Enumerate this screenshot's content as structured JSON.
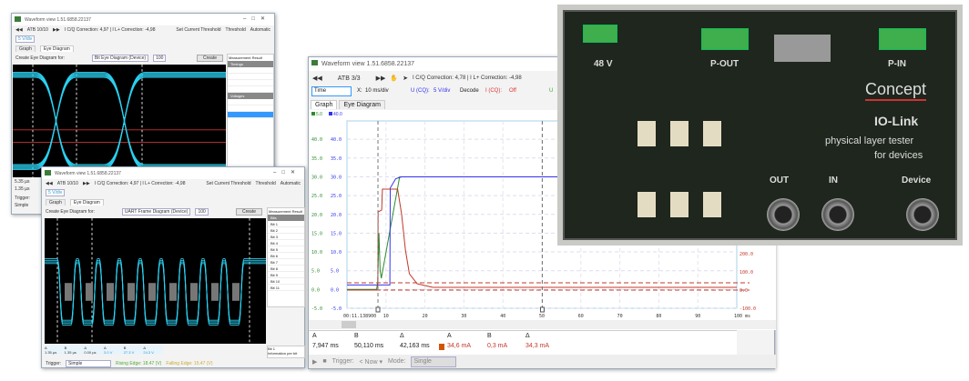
{
  "eye_window": {
    "title": "Waveform view 1.51.6858.22137",
    "atb": "ATB 10/10",
    "correction": "I C/Q Correction: 4,97 | I L+ Correction: -4,98",
    "scale": "5 V/div",
    "threshold_btn": "Set Current Threshold",
    "threshold": "Threshold",
    "automatic": "Automatic",
    "tabs": [
      "Graph",
      "Eye Diagram"
    ],
    "create_for": "Create Eye Diagram for:",
    "diagram_select": "Bit Eye Diagram (Device)",
    "count": "100",
    "create": "Create",
    "panel_title": "Measurement Result",
    "sections": [
      "Timings",
      "Voltages"
    ],
    "cursor_a": "5.35 µs",
    "cursor_b": "1.35 µs",
    "trigger": "Trigger:",
    "trigger_mode": "Simple"
  },
  "uart_window": {
    "title": "Waveform view 1.51.6858.22137",
    "atb": "ATB 10/10",
    "correction": "I C/Q Correction: 4,97 | I L+ Correction: -4,98",
    "scale": "5 V/div",
    "threshold_btn": "Set Current Threshold",
    "threshold": "Threshold",
    "automatic": "Automatic",
    "tabs": [
      "Graph",
      "Eye Diagram"
    ],
    "create_for": "Create Eye Diagram for:",
    "diagram_select": "UART Frame Diagram (Device)",
    "count": "100",
    "create": "Create",
    "panel_title": "Measurement Result",
    "panel_section": "Bits",
    "bits": [
      "Bit 1",
      "Bit 2",
      "Bit 3",
      "Bit 4",
      "Bit 5",
      "Bit 6",
      "Bit 7",
      "Bit 8",
      "Bit 9",
      "Bit 10",
      "Bit 11"
    ],
    "info_title": "Bit 1",
    "info_text": "Information per bit",
    "meas_headers": [
      "A",
      "B",
      "Δ",
      "A",
      "B",
      "Δ"
    ],
    "meas_values": [
      "1.35 µs",
      "1.35 µs",
      "0.00 µs",
      "3.0 V",
      "27.3 V",
      "24.3 V"
    ],
    "trigger": "Trigger:",
    "trigger_mode": "Simple",
    "rising": "Rising Edge: 18.47 (V)",
    "falling": "Falling Edge: 15.47 (V)"
  },
  "main_window": {
    "title": "Waveform view 1.51.6858.22137",
    "atb": "ATB 3/3",
    "correction": "I C/Q Correction: 4,78 | I L+ Correction: -4,98",
    "x_mode": "Time",
    "x_label": "X:",
    "x_scale": "10 ms/div",
    "u_label": "U (CQ):",
    "u_scale": "5 V/div",
    "decode": "Decode",
    "i_label": "I (CQ):",
    "i_value": "Off",
    "u2_label": "U",
    "tabs": [
      "Graph",
      "Eye Diagram"
    ],
    "legend_green": "5.0",
    "legend_blue": "40.0",
    "measurements": {
      "headers": [
        "A",
        "B",
        "Δ",
        "A",
        "B",
        "Δ"
      ],
      "values": [
        "7,947 ms",
        "50,110 ms",
        "42,163 ms",
        "34,6 mA",
        "0,3 mA",
        "34,3 mA"
      ]
    },
    "bottom": {
      "trigger": "Trigger:",
      "trigger_value": "Now",
      "mode": "Mode:",
      "mode_value": "Single"
    },
    "colors": {
      "green": "#2e8b2e",
      "blue": "#3333ee",
      "red": "#c0392b"
    }
  },
  "chart_data": {
    "type": "line",
    "xlabel": "",
    "x_start_label": "00:11.138900",
    "x_unit": "ms",
    "xlim": [
      0,
      100
    ],
    "x_ticks": [
      "10",
      "20",
      "30",
      "40",
      "50",
      "60",
      "70",
      "80",
      "90",
      "100 ms"
    ],
    "y_ticks_left": [
      "40.0",
      "35.0",
      "30.0",
      "25.0",
      "20.0",
      "15.0",
      "10.0",
      "5.0",
      "0.0",
      "-5.0"
    ],
    "ylim_left": [
      -5,
      45
    ],
    "y_ticks_right": [
      "200.0",
      "100.0",
      "0.0",
      "-100.0"
    ],
    "cursors": {
      "A": 7.947,
      "B": 50.11
    },
    "grid": true,
    "series": [
      {
        "color": "#2e8b2e",
        "axis": "left",
        "points": [
          [
            0,
            0
          ],
          [
            7.6,
            0
          ],
          [
            7.9,
            2
          ],
          [
            8.2,
            15
          ],
          [
            8.5,
            5
          ],
          [
            8.8,
            3
          ],
          [
            13.5,
            30
          ],
          [
            100,
            30
          ]
        ]
      },
      {
        "color": "#3333ee",
        "axis": "left",
        "points": [
          [
            0,
            1.2
          ],
          [
            11,
            1.2
          ],
          [
            11.1,
            27
          ],
          [
            12.5,
            29.5
          ],
          [
            14,
            30
          ],
          [
            100,
            30
          ]
        ]
      },
      {
        "color": "#c0392b",
        "axis": "right",
        "points": [
          [
            0,
            0
          ],
          [
            7.9,
            0
          ],
          [
            8,
            430
          ],
          [
            8.9,
            440
          ],
          [
            9.1,
            555
          ],
          [
            13,
            555
          ],
          [
            14,
            420
          ],
          [
            15,
            220
          ],
          [
            16,
            90
          ],
          [
            18,
            35
          ],
          [
            22,
            15
          ],
          [
            100,
            15
          ]
        ]
      }
    ]
  },
  "photo": {
    "labels": [
      "48 V",
      "P-OUT",
      "P-IN",
      "Concept",
      "IO-Link",
      "physical layer tester",
      "for devices",
      "OUT",
      "IN",
      "Device"
    ]
  }
}
